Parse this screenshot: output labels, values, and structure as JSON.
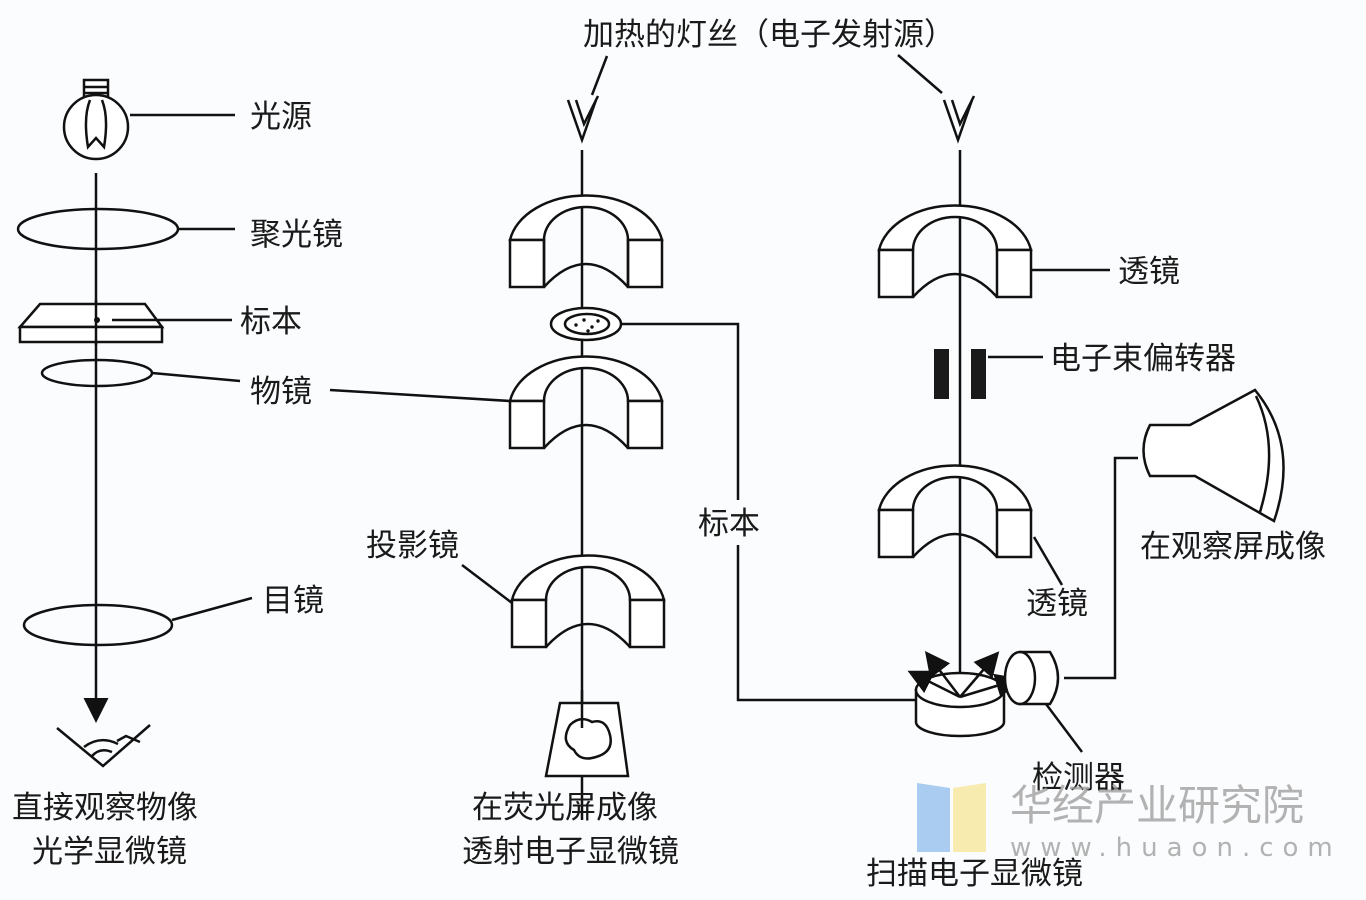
{
  "title": "加热的灯丝（电子发射源）",
  "optical": {
    "light_source": "光源",
    "condenser": "聚光镜",
    "specimen": "标本",
    "objective": "物镜",
    "eyepiece": "目镜",
    "caption_line1": "直接观察物像",
    "caption_line2": "光学显微镜"
  },
  "tem": {
    "projector": "投影镜",
    "specimen": "标本",
    "caption_line1": "在荧光屏成像",
    "caption_line2": "透射电子显微镜"
  },
  "sem": {
    "lens_top": "透镜",
    "deflector": "电子束偏转器",
    "lens_bottom": "透镜",
    "screen": "在观察屏成像",
    "detector": "检测器",
    "caption": "扫描电子显微镜"
  },
  "watermark": {
    "name": "华经产业研究院",
    "url": "www.huaon.com",
    "colors": {
      "blue": "#9cc3ee",
      "yellow": "#f7e9a6"
    }
  }
}
